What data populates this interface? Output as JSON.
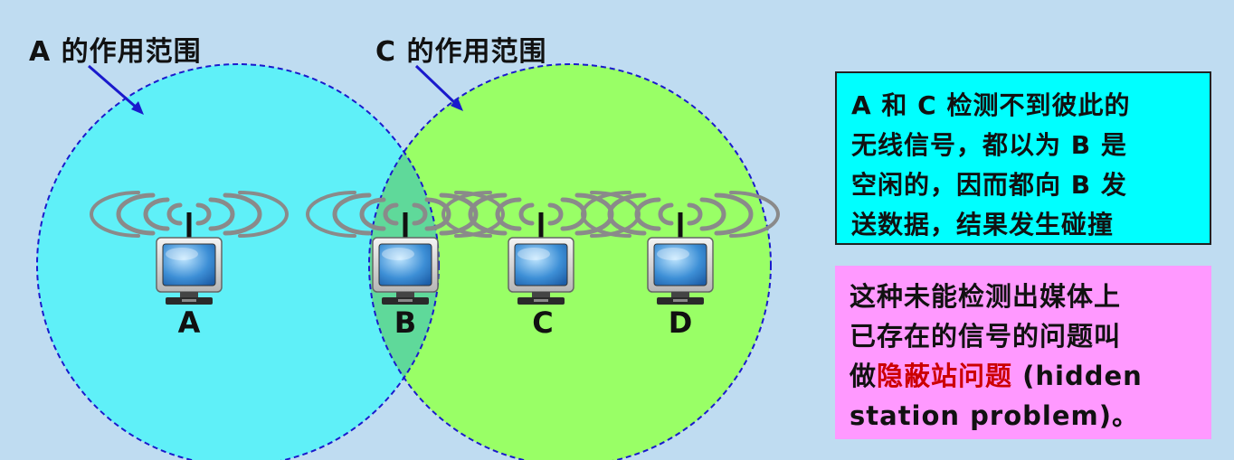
{
  "labels": {
    "range_a": "A 的作用范围",
    "range_c": "C 的作用范围"
  },
  "nodes": [
    {
      "id": "a",
      "label": "A"
    },
    {
      "id": "b",
      "label": "B"
    },
    {
      "id": "c",
      "label": "C"
    },
    {
      "id": "d",
      "label": "D"
    }
  ],
  "note_box": {
    "line1": "A 和 C 检测不到彼此的",
    "line2": "无线信号，都以为 B 是",
    "line3": "空闲的，因而都向 B 发",
    "line4": "送数据，结果发生碰撞"
  },
  "definition_box": {
    "line1": "这种未能检测出媒体上",
    "line2": "已存在的信号的问题叫",
    "line3_prefix": "做",
    "line3_term": "隐蔽站问题",
    "line3_suffix": " (hidden",
    "line4": "station problem)。"
  },
  "colors": {
    "background": "#bfdcf1",
    "range_a_fill": "#5ff0f8",
    "range_c_fill": "#99ff66",
    "overlap_fill": "#5fd99a",
    "circle_stroke": "#1a1acc",
    "note_box_fill": "#00ffff",
    "definition_box_fill": "#ff99ff",
    "term_highlight": "#cc0000"
  }
}
